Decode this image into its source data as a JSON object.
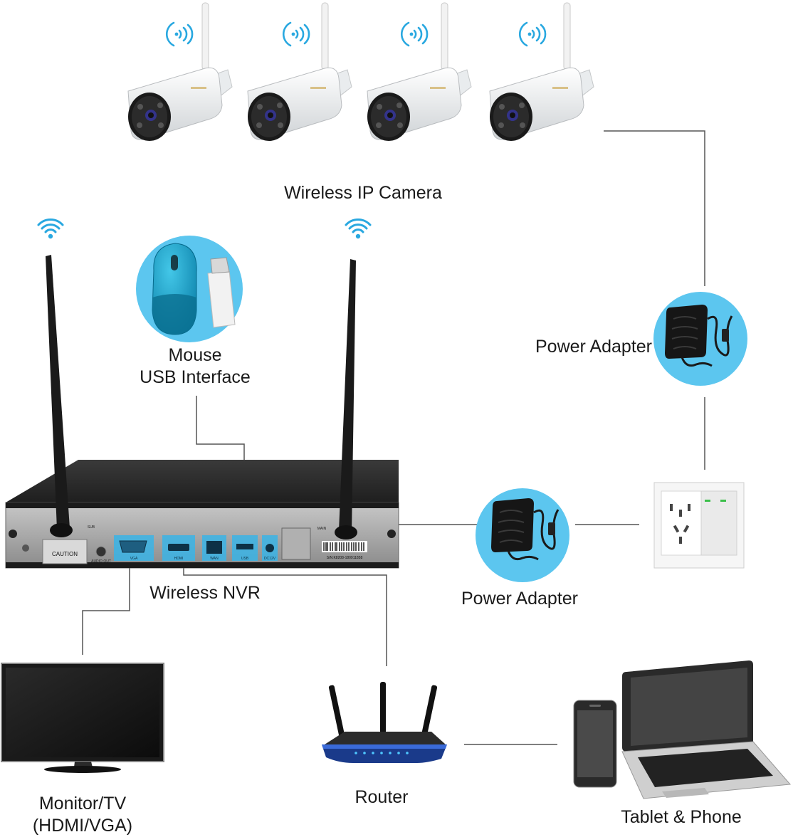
{
  "labels": {
    "cameras": "Wireless IP Camera",
    "mouse_line1": "Mouse",
    "mouse_line2": "USB Interface",
    "power_adapter_top": "Power Adapter",
    "power_adapter_mid": "Power Adapter",
    "nvr": "Wireless NVR",
    "monitor_line1": "Monitor/TV",
    "monitor_line2": "(HDMI/VGA)",
    "router": "Router",
    "tablet_phone": "Tablet & Phone"
  },
  "nvr_panel": {
    "caution": "CAUTION",
    "audio_out": "AUDIO OUT",
    "vga": "VGA",
    "hdmi": "HDMI",
    "wan": "WAN",
    "usb": "USB",
    "dc": "DC12V",
    "sub": "SUB",
    "main": "MAIN",
    "serial": "S/N:K8208-180911858"
  },
  "colors": {
    "highlight_blue": "#39b4e6",
    "circle_blue": "#5cc6ef",
    "wifi_blue": "#29a8e0",
    "line_gray": "#555555"
  },
  "icons": [
    "wifi-icon",
    "camera-icon",
    "mouse-icon",
    "usb-dongle-icon",
    "power-adapter-icon",
    "wall-socket-icon",
    "nvr-icon",
    "antenna-icon",
    "monitor-icon",
    "router-icon",
    "phone-icon",
    "laptop-icon"
  ]
}
